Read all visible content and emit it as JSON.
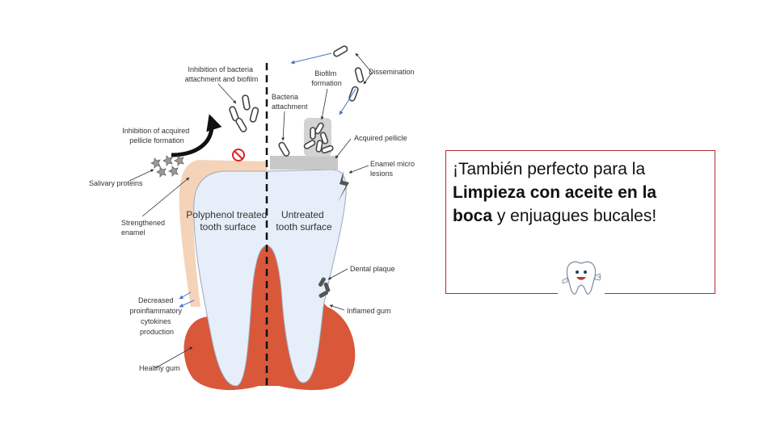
{
  "diagram": {
    "labels": {
      "inhibition_bacteria": [
        "Inhibition of bacteria",
        "attachment and biofilm"
      ],
      "inhibition_pellicle": [
        "Inhibition of acquired",
        "pellicle formation"
      ],
      "salivary_proteins": "Salivary proteins",
      "strengthened_enamel": [
        "Strengthened",
        "enamel"
      ],
      "decreased_cytokines": [
        "Decreased",
        "proinflammatory",
        "cytokines",
        "production"
      ],
      "healthy_gum": "Healthy gum",
      "bacteria_attachment": [
        "Bacteria",
        "attachment"
      ],
      "biofilm_formation": [
        "Biofilm",
        "formation"
      ],
      "dissemination": "Dissemination",
      "acquired_pellicle": "Acquired pellicle",
      "enamel_micro_lesions": [
        "Enamel micro",
        "lesions"
      ],
      "dental_plaque": "Dental plaque",
      "inflamed_gum": "Inflamed gum",
      "polyphenol_surface": [
        "Polyphenol treated",
        "tooth surface"
      ],
      "untreated_surface": [
        "Untreated",
        "tooth surface"
      ]
    },
    "colors": {
      "gum": "#d9583a",
      "enamel_strengthened": "#f5d3b8",
      "tooth": "#e6eef9",
      "pellicle": "#c8c8c8",
      "arrow_blue": "#4a74c9"
    }
  },
  "callout": {
    "line1": "¡También perfecto para la",
    "bold1": "Limpieza con aceite en la",
    "bold2": "boca",
    "rest": " y enjuagues bucales!",
    "border_color": "#b22a2a",
    "mascot_icon": "tooth-thumbs-up-icon"
  }
}
